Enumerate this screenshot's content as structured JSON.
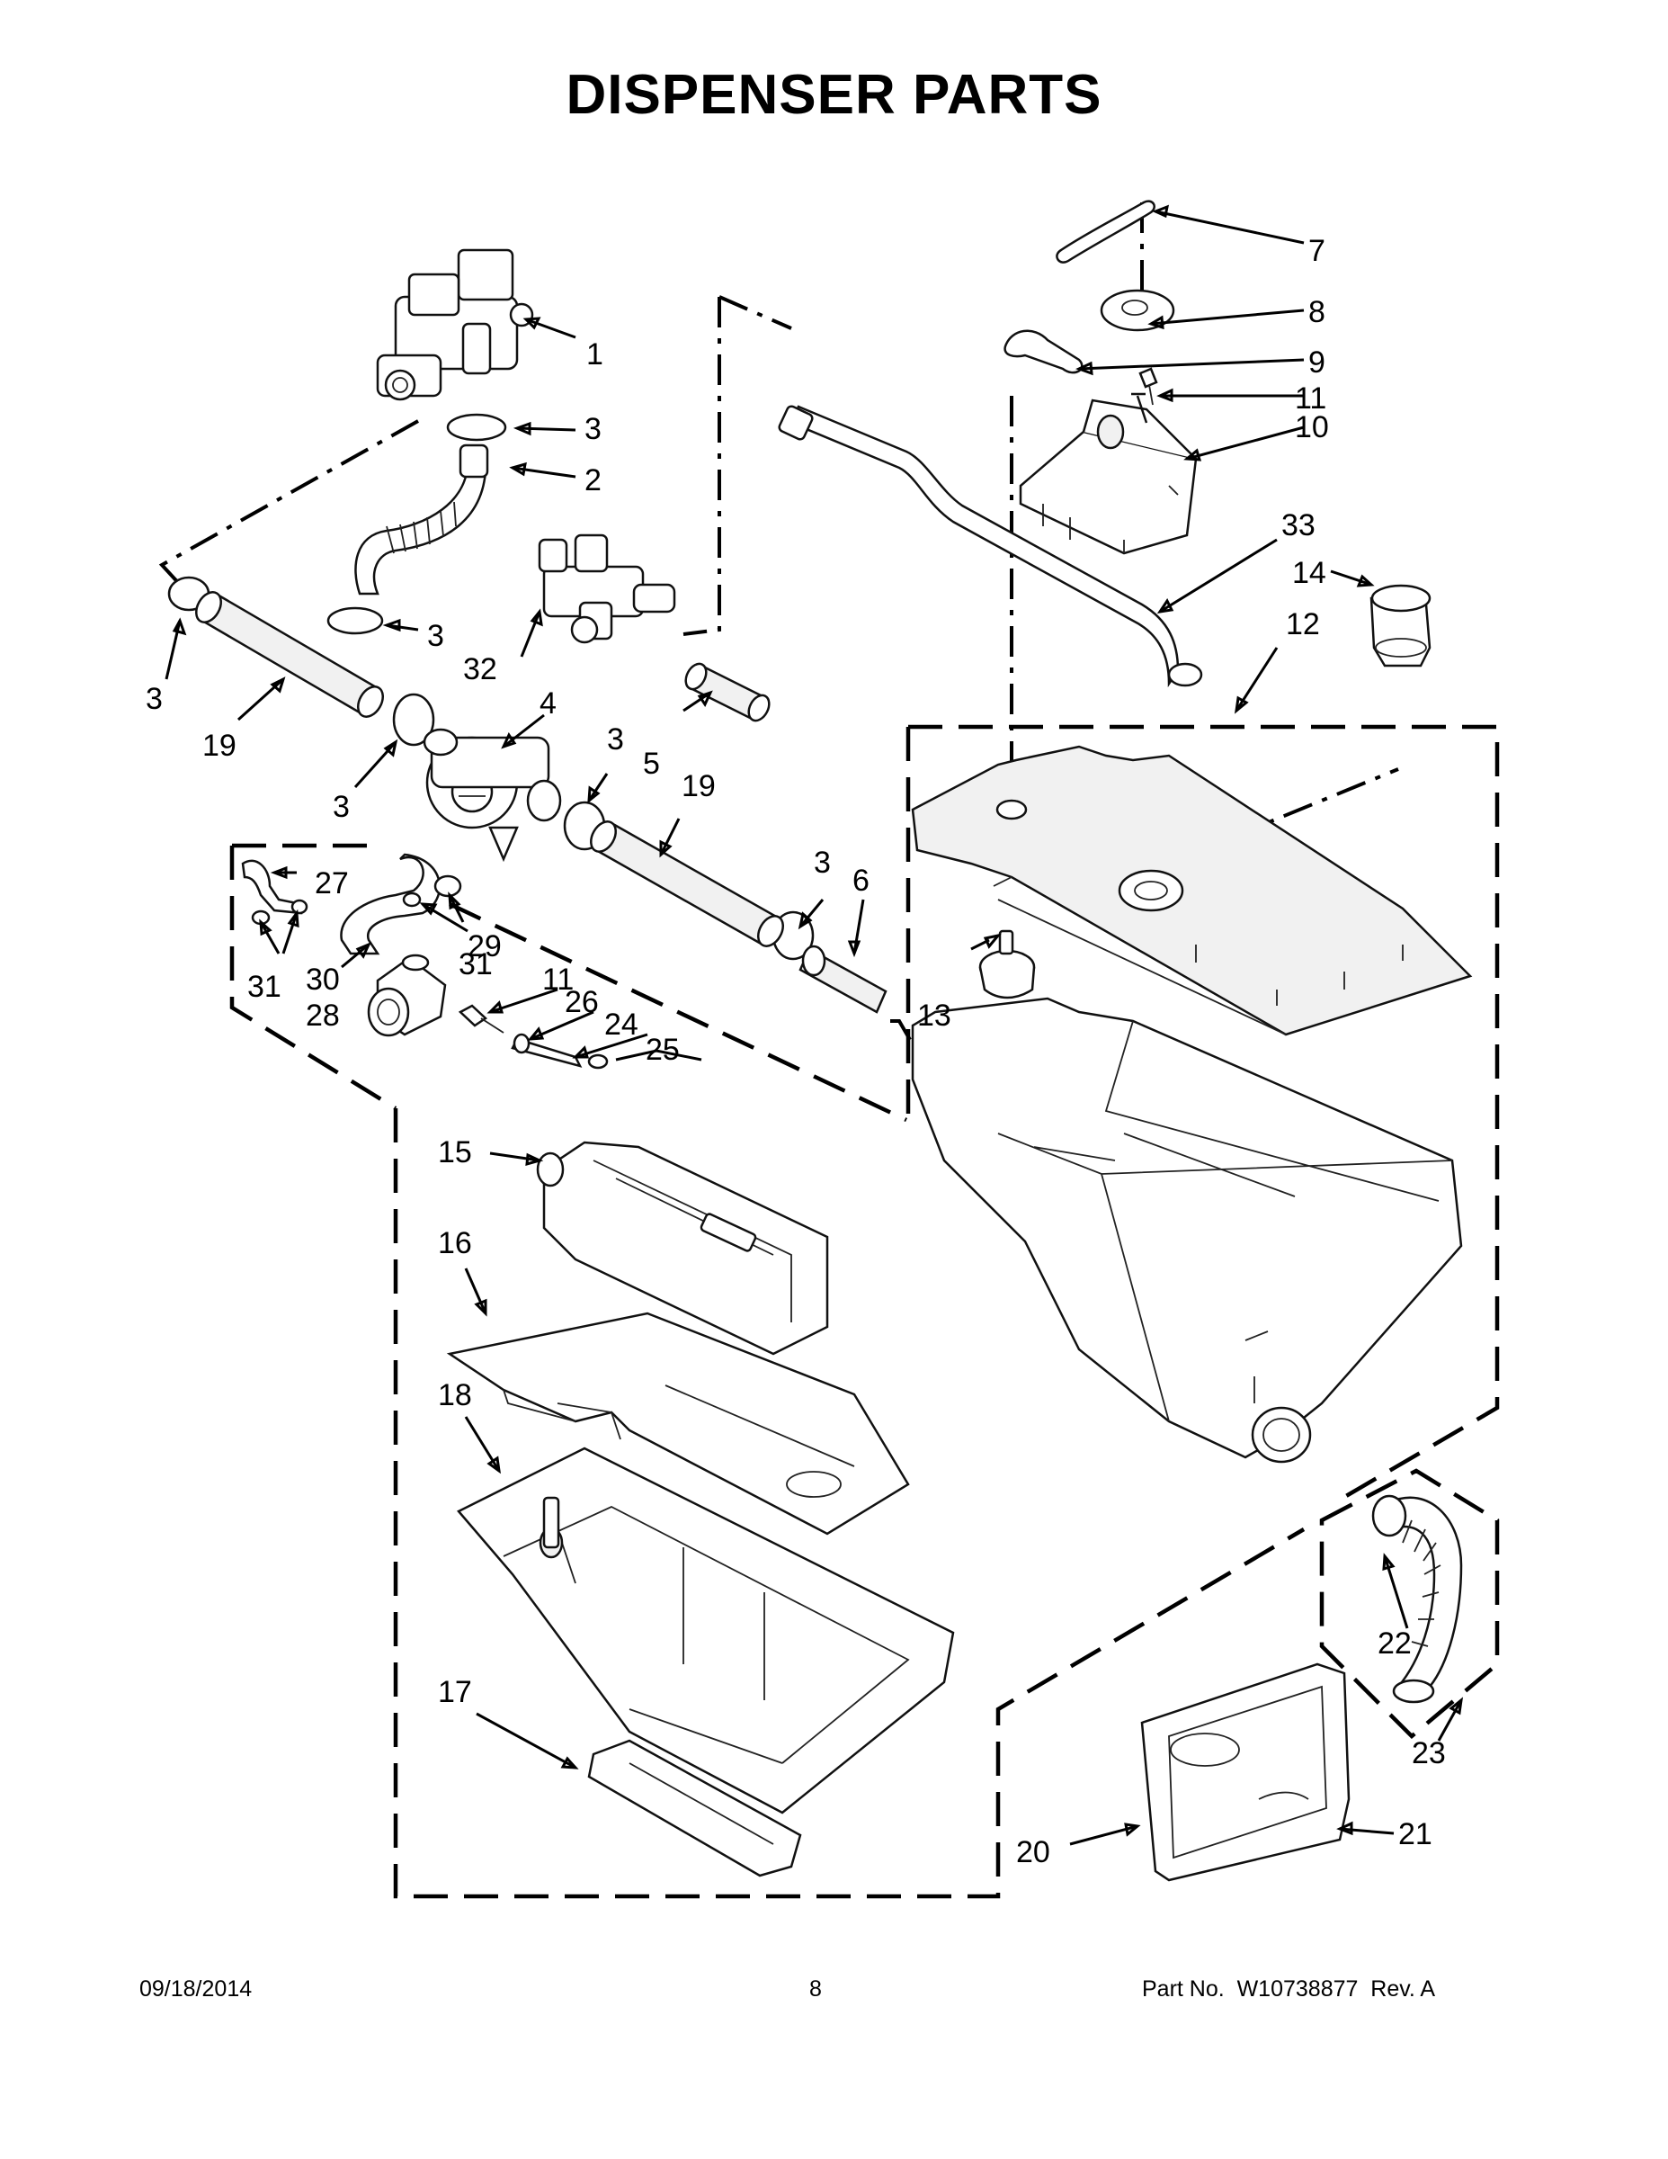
{
  "title": "DISPENSER PARTS",
  "footer": {
    "date": "09/18/2014",
    "page_number": "8",
    "part_number": "Part No.  W10738877  Rev. A"
  },
  "callouts": {
    "c1": "1",
    "c2": "2",
    "c3": "3",
    "c4": "4",
    "c5": "5",
    "c6": "6",
    "c7": "7",
    "c8": "8",
    "c9": "9",
    "c10": "10",
    "c11": "11",
    "c12": "12",
    "c13": "13",
    "c14": "14",
    "c15": "15",
    "c16": "16",
    "c17": "17",
    "c18": "18",
    "c19": "19",
    "c20": "20",
    "c21": "21",
    "c22": "22",
    "c23": "23",
    "c24": "24",
    "c25": "25",
    "c26": "26",
    "c27": "27",
    "c28": "28",
    "c29": "29",
    "c30": "30",
    "c31": "31",
    "c32": "32",
    "c33": "33"
  }
}
